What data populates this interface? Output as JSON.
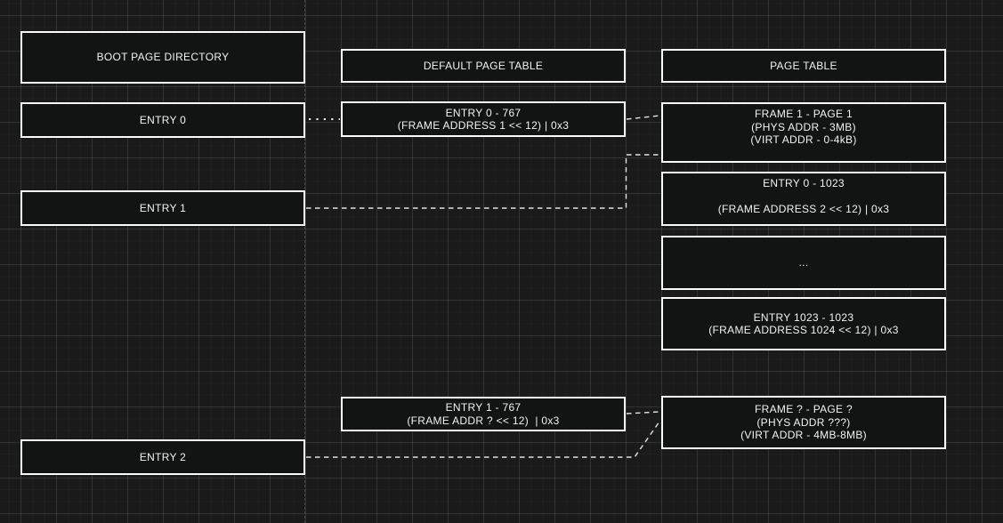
{
  "colors": {
    "background": "#1a1a1a",
    "box_fill": "#121313",
    "box_border": "#fbfbfb",
    "text": "#f2f2f2",
    "connector": "#e3e3e3"
  },
  "boot_directory": {
    "title": "BOOT PAGE DIRECTORY",
    "entries": [
      {
        "label": "ENTRY 0"
      },
      {
        "label": "ENTRY 1"
      },
      {
        "label": "ENTRY 2"
      }
    ]
  },
  "default_page_table": {
    "title": "DEFAULT PAGE TABLE",
    "entries": [
      {
        "lines": [
          "ENTRY 0 - 767",
          "(FRAME ADDRESS 1 << 12) | 0x3"
        ]
      },
      {
        "lines": [
          "ENTRY 1 - 767",
          "(FRAME ADDR ? << 12)  | 0x3"
        ]
      }
    ]
  },
  "page_table": {
    "title": "PAGE TABLE",
    "entries": [
      {
        "lines": [
          "FRAME 1 - PAGE 1",
          "(PHYS ADDR - 3MB)",
          "(VIRT ADDR - 0-4kB)"
        ]
      },
      {
        "lines": [
          "ENTRY 0 - 1023",
          "",
          "(FRAME ADDRESS 2 << 12) | 0x3"
        ]
      },
      {
        "lines": [
          "..."
        ]
      },
      {
        "lines": [
          "ENTRY 1023 - 1023",
          "(FRAME ADDRESS 1024 << 12) | 0x3"
        ]
      },
      {
        "lines": [
          "FRAME ? - PAGE ?",
          "(PHYS ADDR ???)",
          "(VIRT ADDR - 4MB-8MB)"
        ]
      }
    ]
  },
  "connections": [
    {
      "from": "ENTRY 0",
      "to": "ENTRY 0 - 767",
      "style": "dotted"
    },
    {
      "from": "ENTRY 0 - 767",
      "to": "FRAME 1 - PAGE 1",
      "style": "dashed"
    },
    {
      "from": "ENTRY 1",
      "to": "FRAME 1 - PAGE 1",
      "style": "dashed"
    },
    {
      "from": "ENTRY 2",
      "to": "FRAME ? - PAGE ?",
      "style": "dashed"
    },
    {
      "from": "ENTRY 1 - 767",
      "to": "FRAME ? - PAGE ?",
      "style": "dashed"
    }
  ]
}
